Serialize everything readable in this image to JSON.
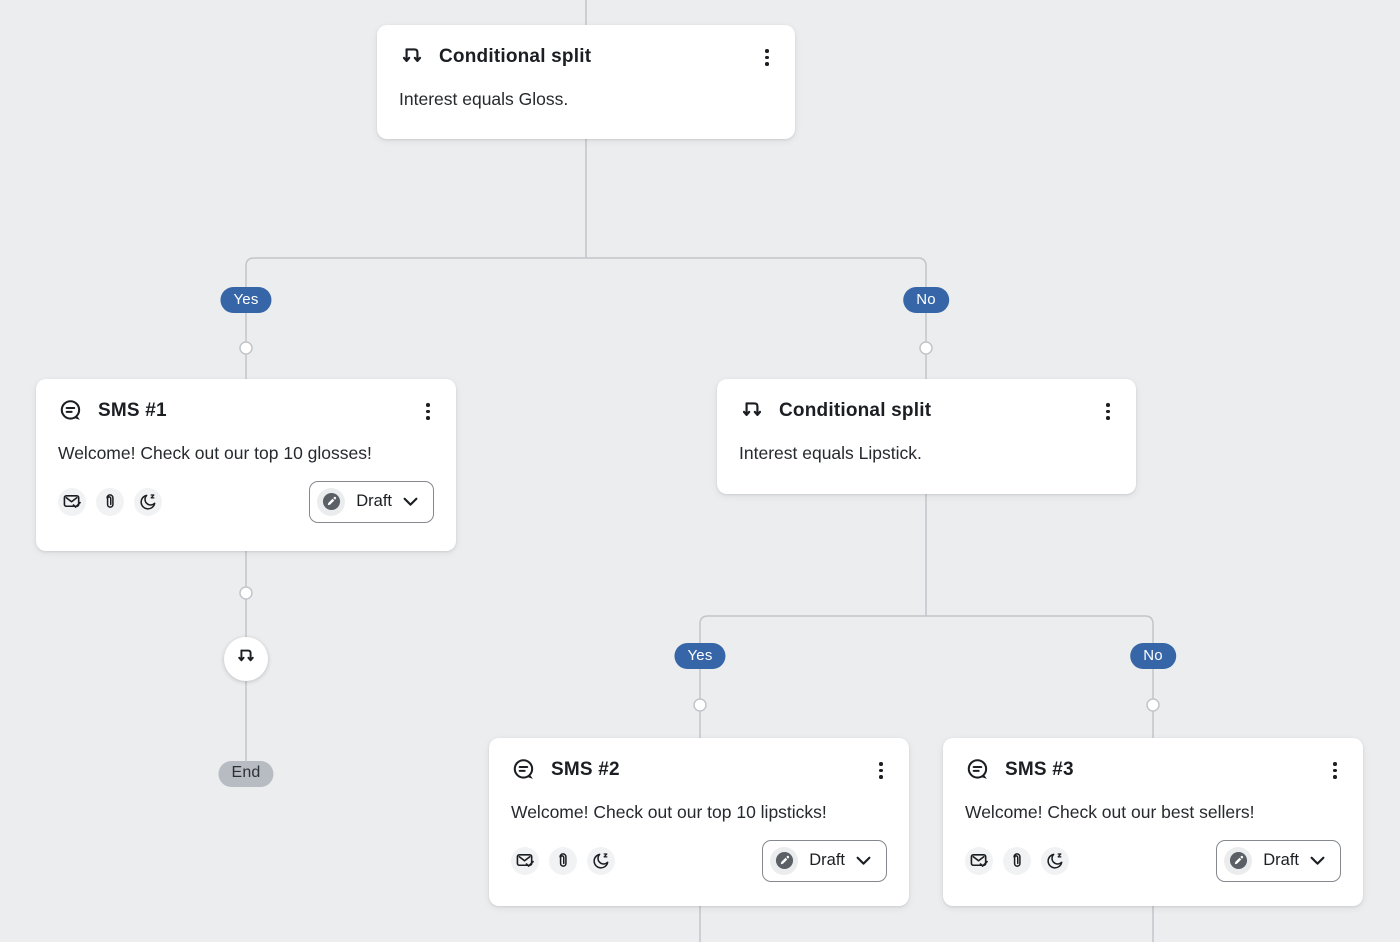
{
  "app": {
    "view": "Flow builder canvas"
  },
  "colors": {
    "background": "#ebedef",
    "wire": "#c2c6ca",
    "branch_badge_blue": "#3766a8",
    "end_badge_gray": "#b7bbc2",
    "card_white": "#ffffff",
    "draft_pencil_circle": "#5b6066"
  },
  "labels": {
    "yes": "Yes",
    "no": "No",
    "end": "End"
  },
  "nodes": {
    "split1": {
      "title": "Conditional split",
      "description": "Interest equals Gloss."
    },
    "sms1": {
      "title": "SMS #1",
      "message": "Welcome! Check out our top 10 glosses!",
      "status": "Draft"
    },
    "split2": {
      "title": "Conditional split",
      "description": "Interest equals Lipstick."
    },
    "sms2": {
      "title": "SMS #2",
      "message": "Welcome! Check out our top 10 lipsticks!",
      "status": "Draft"
    },
    "sms3": {
      "title": "SMS #3",
      "message": "Welcome! Check out our best sellers!",
      "status": "Draft"
    }
  },
  "icons": {
    "split": "branching arrows (two down arrows from one line)",
    "sms": "round speech bubble with text lines",
    "kebab": "vertical three-dot menu",
    "envelope_check": "envelope with checkmark",
    "paperclip": "paperclip coil",
    "moon_z": "crescent moon with z (quiet hours)",
    "draft_pencil": "pencil inside dark circle",
    "chevron_down": "chevron down",
    "connection_point": "small hollow circle on connector"
  }
}
